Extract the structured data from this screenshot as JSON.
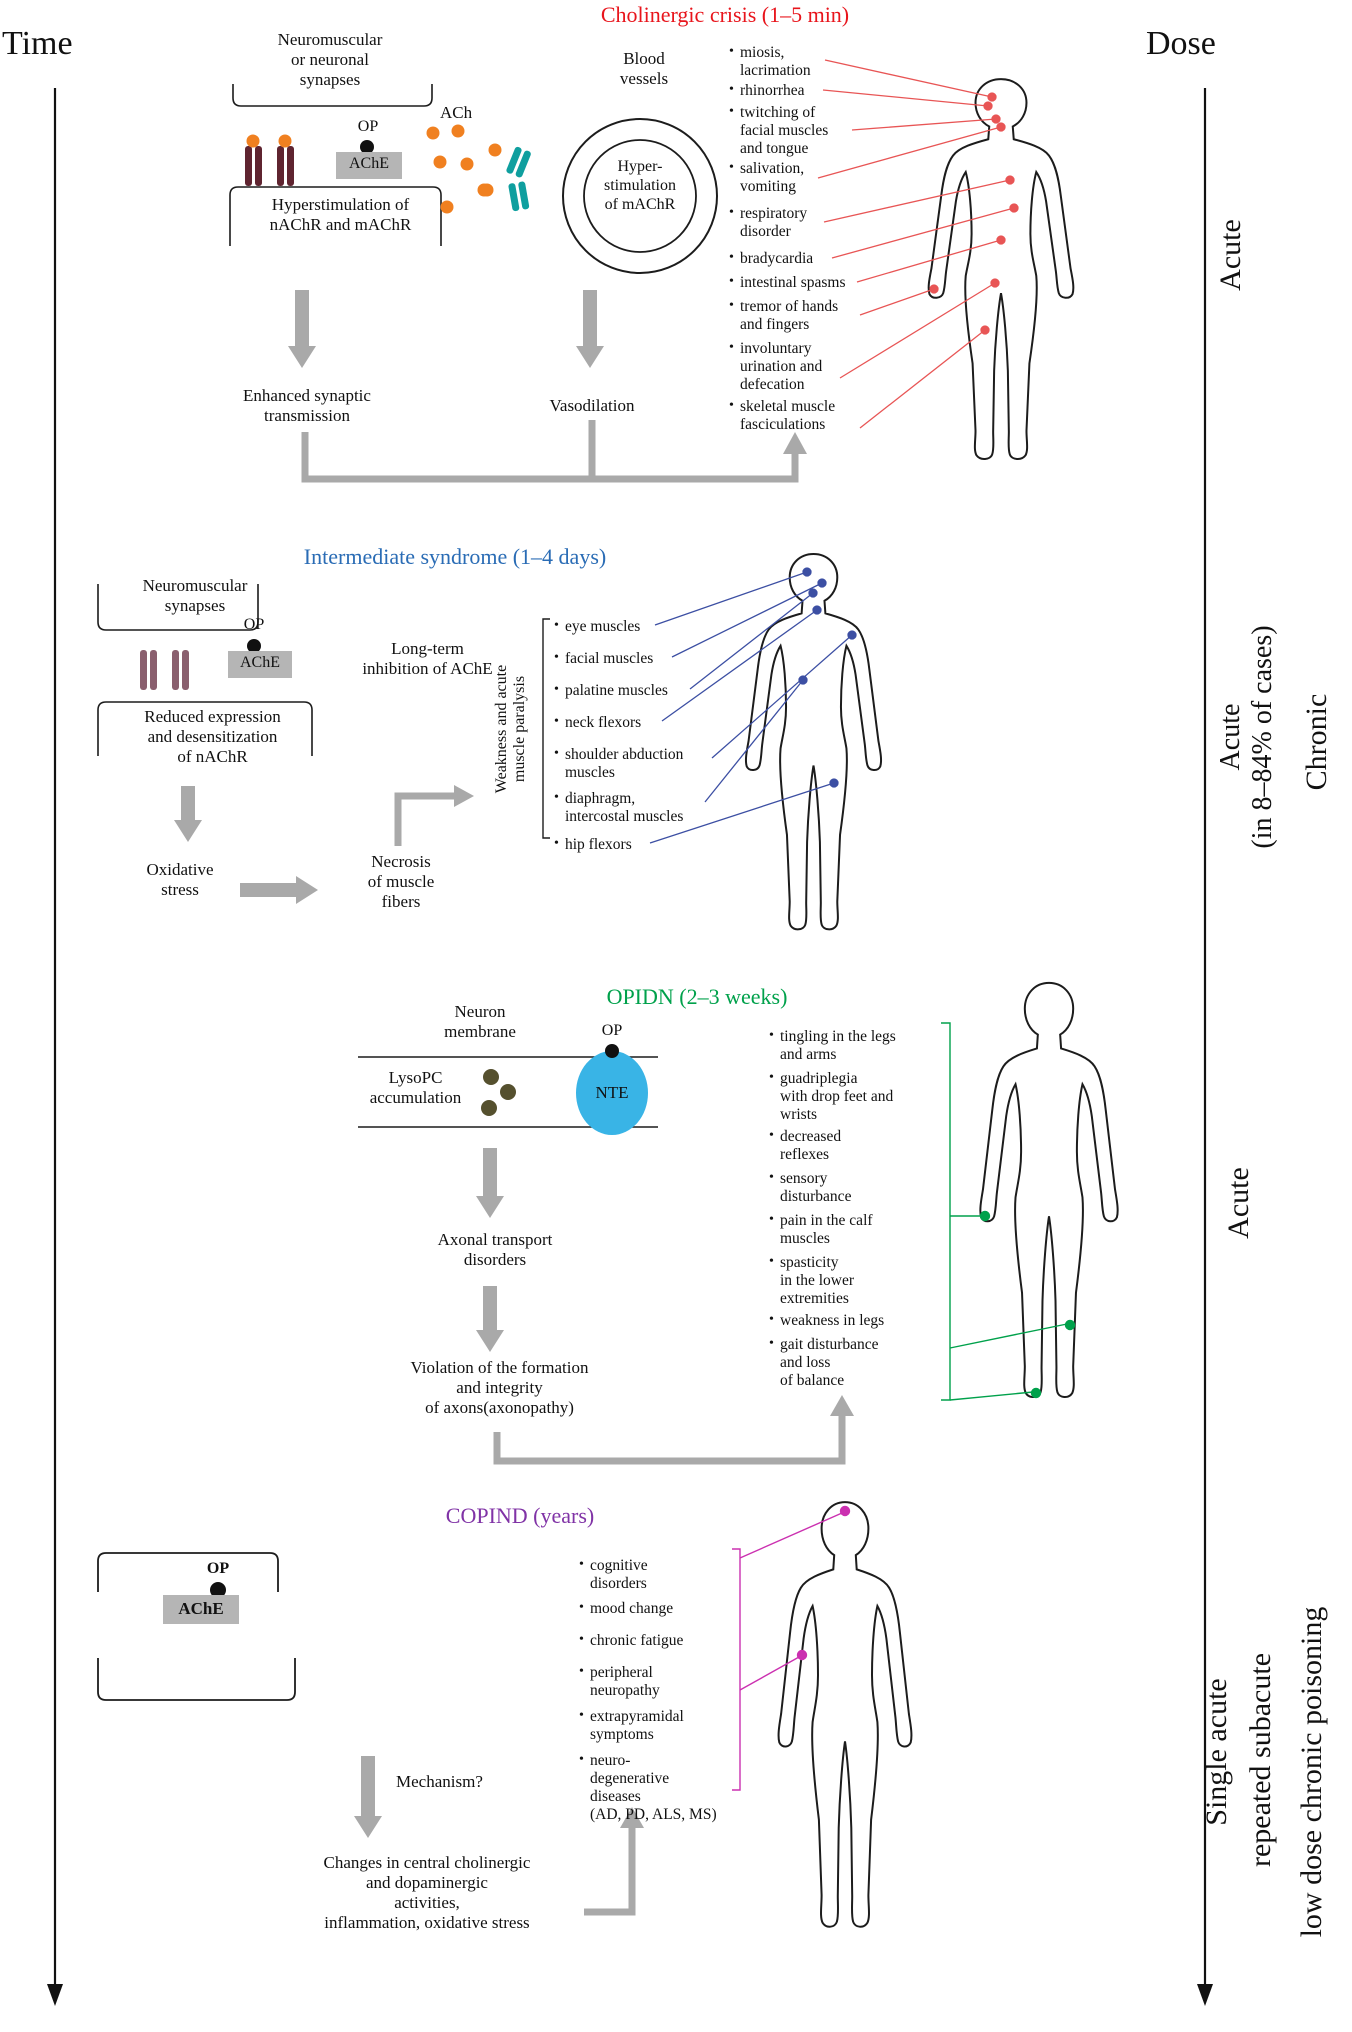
{
  "axes": {
    "time": "Time",
    "dose": "Dose"
  },
  "colors": {
    "cholinergic_red": "#e8151c",
    "intermediate_blue": "#2a6cb5",
    "opidn_green": "#00a14b",
    "copind_purple": "#8033a6",
    "callout_red": "#e85555",
    "callout_navy": "#3c4fa3",
    "callout_green": "#00a14b",
    "callout_magenta": "#cb30b0",
    "arrow_gray": "#a9a9a9",
    "ache_gray": "#b5b5b5",
    "receptor_maroon": "#5f2430",
    "receptor_plum": "#8a5f6e",
    "ach_orange": "#f08020",
    "machr_teal": "#0f9f9f",
    "nte_blue": "#39b4e6",
    "lysopc_olive": "#55502e",
    "ink": "#1c1c1c"
  },
  "sections": [
    {
      "id": "cholinergic-crisis",
      "title": "Cholinergic crisis (1–5 min)",
      "labels": {
        "synapses": "Neuromuscular\nor neuronal\nsynapses",
        "ach": "ACh",
        "op": "OP",
        "ache": "AChE",
        "hyperstimulation": "Hyperstimulation of\nnAChR and mAChR",
        "blood_vessels": "Blood\nvessels",
        "machr": "Hyper-\nstimulation\nof mAChR",
        "enhanced": "Enhanced synaptic\ntransmission",
        "vasodilation": "Vasodilation"
      },
      "symptoms": [
        "miosis,\nlacrimation",
        "rhinorrhea",
        "twitching of\nfacial muscles\nand tongue",
        "salivation,\nvomiting",
        "respiratory\ndisorder",
        "bradycardia",
        "intestinal spasms",
        "tremor of hands\nand fingers",
        "involuntary\nurination and\ndefecation",
        "skeletal muscle\nfasciculations"
      ]
    },
    {
      "id": "intermediate-syndrome",
      "title": "Intermediate syndrome (1–4 days)",
      "labels": {
        "synapses": "Neuromuscular\nsynapses",
        "op": "OP",
        "ache": "AChE",
        "long_term": "Long-term\ninhibition of AChE",
        "reduced": "Reduced expression\nand desensitization\nof nAChR",
        "oxidative": "Oxidative\nstress",
        "necrosis": "Necrosis\nof muscle\nfibers",
        "weakness_axis": "Weakness and acute\nmuscle paralysis"
      },
      "symptoms": [
        "eye muscles",
        "facial muscles",
        "palatine muscles",
        "neck flexors",
        "shoulder abduction\nmuscles",
        "diaphragm,\nintercostal muscles",
        "hip flexors"
      ]
    },
    {
      "id": "opidn",
      "title": "OPIDN (2–3 weeks)",
      "labels": {
        "neuron_membrane": "Neuron\nmembrane",
        "op": "OP",
        "nte": "NTE",
        "lysopc": "LysoPC\naccumulation",
        "axonal": "Axonal transport\ndisorders",
        "violation": "Violation of the formation\nand integrity\nof axons(axonopathy)"
      },
      "symptoms": [
        "tingling in the legs\nand arms",
        "guadriplegia\nwith drop feet and\nwrists",
        "decreased\nreflexes",
        "sensory\ndisturbance",
        "pain in the calf\nmuscles",
        "spasticity\nin the lower\nextremities",
        "weakness in legs",
        "gait disturbance\nand loss\nof balance"
      ]
    },
    {
      "id": "copind",
      "title": "COPIND (years)",
      "labels": {
        "op": "OP",
        "ache": "AChE",
        "mechanism": "Mechanism?",
        "changes": "Changes in central cholinergic\nand dopaminergic\nactivities,\ninflammation, oxidative stress"
      },
      "symptoms": [
        "cognitive\ndisorders",
        "mood change",
        "chronic fatigue",
        "peripheral\nneuropathy",
        "extrapyramidal\nsymptoms",
        "neuro-\ndegenerative\ndiseases\n(AD, PD, ALS, MS)"
      ]
    }
  ],
  "dose_labels": [
    "Acute",
    "Acute\n(in 8–84% of cases)",
    "Chronic",
    "Acute",
    "Single acute",
    "repeated subacute",
    "low dose chronic poisoning"
  ]
}
